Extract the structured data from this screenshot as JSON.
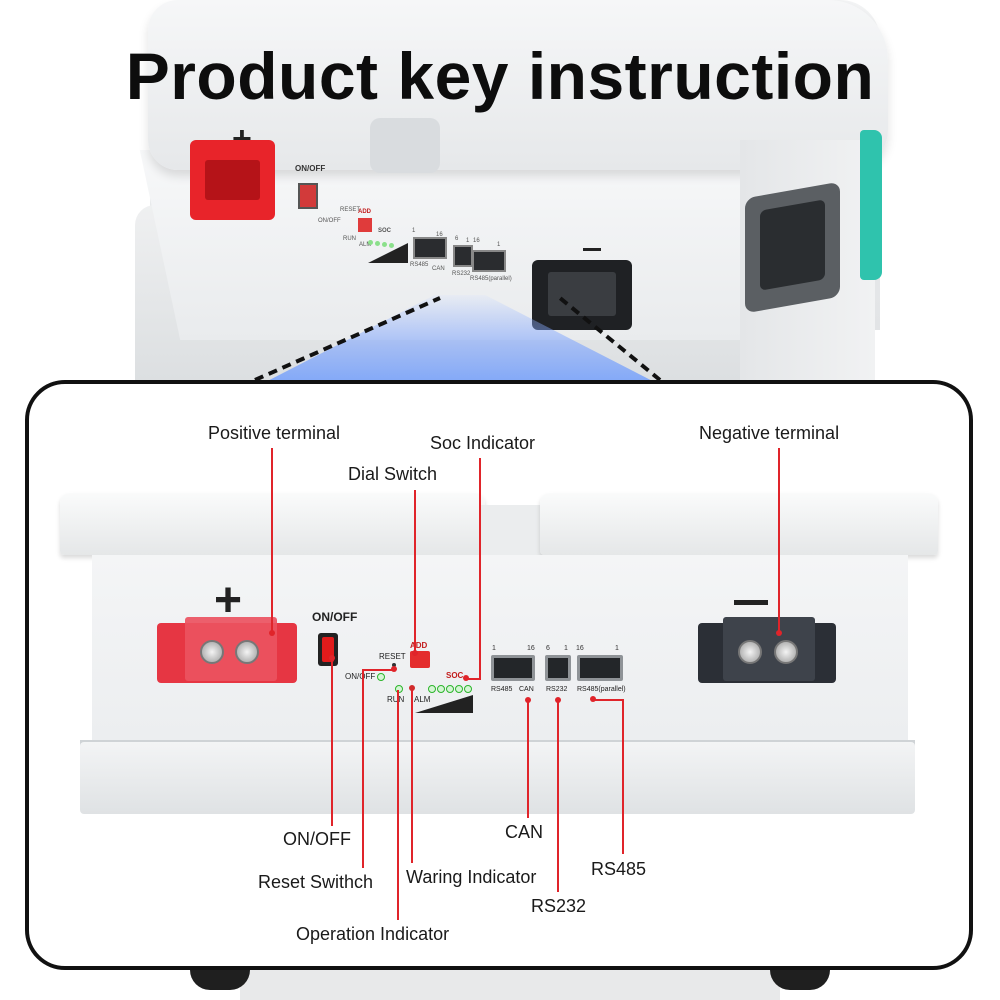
{
  "title": "Product key instruction",
  "callouts": {
    "positive_terminal": "Positive terminal",
    "negative_terminal": "Negative terminal",
    "soc_indicator": "Soc Indicator",
    "dial_switch": "Dial Switch",
    "on_off": "ON/OFF",
    "reset_switch": "Reset Swithch",
    "operation_indicator": "Operation Indicator",
    "warning_indicator": "Waring Indicator",
    "can": "CAN",
    "rs232": "RS232",
    "rs485": "RS485"
  },
  "panel": {
    "plus": "+",
    "on_off_label": "ON/OFF",
    "reset_label": "RESET",
    "onoff_led_label": "ON/OFF",
    "run_label": "RUN",
    "alm_label": "ALM",
    "add_label": "ADD",
    "soc_label": "SOC",
    "ports": [
      {
        "left_num": "1",
        "right_num": "16",
        "label": "RS485"
      },
      {
        "label": "CAN"
      },
      {
        "left_num": "6",
        "right_num": "1",
        "label": "RS232"
      },
      {
        "left_num": "16",
        "right_num": "1",
        "label": "RS485(parallel)"
      }
    ]
  },
  "background_photo": {
    "plus": "+",
    "on_off_label": "ON/OFF",
    "reset_label": "RESET",
    "add_label": "ADD",
    "soc_label": "SOC",
    "onoff_led_label": "ON/OFF",
    "run_label": "RUN",
    "alm_label": "ALM",
    "ports": [
      "RS485",
      "CAN",
      "RS232",
      "RS485(parallel)"
    ],
    "port_nums": [
      "1",
      "16",
      "6",
      "1",
      "16",
      "1"
    ]
  },
  "colors": {
    "callout_line": "#e0242a",
    "positive_terminal": "#e63643",
    "negative_terminal": "#2b2f36",
    "accent_teal": "#2fc3ad"
  }
}
